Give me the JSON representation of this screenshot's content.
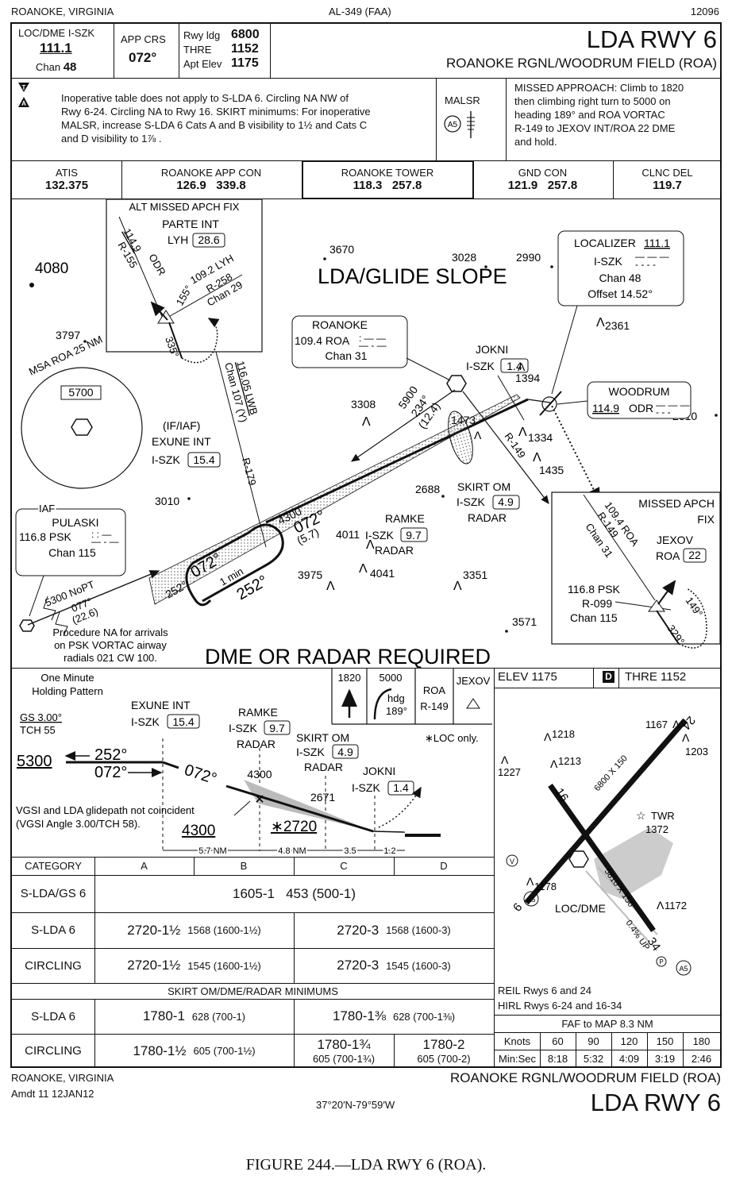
{
  "header": {
    "city": "ROANOKE, VIRGINIA",
    "procedure_id": "AL-349 (FAA)",
    "chart_number": "12096",
    "loc_label": "LOC/DME  I-SZK",
    "loc_freq": "111.1",
    "chan_label": "Chan",
    "chan_value": "48",
    "app_crs_label": "APP CRS",
    "app_crs_value": "072°",
    "rwy_ldg_label": "Rwy ldg",
    "rwy_ldg_value": "6800",
    "thre_label": "THRE",
    "thre_value": "1152",
    "apt_elev_label": "Apt Elev",
    "apt_elev_value": "1175",
    "title": "LDA RWY 6",
    "airport": "ROANOKE RGNL/WOODRUM FIELD (ROA)"
  },
  "notes": {
    "text1": "Inoperative table does not apply to S-LDA 6. Circling NA NW of",
    "text2": "Rwy 6-24. Circling NA to Rwy 16. SKIRT minimums: For inoperative",
    "text3": "MALSR, increase S-LDA 6 Cats A and B visibility to 1½ and Cats C",
    "text4": "and D visibility to 1⅞ .",
    "malsr": "MALSR",
    "a5": "A5",
    "missed1": "MISSED APPROACH: Climb to 1820",
    "missed2": "then climbing right turn to 5000 on",
    "missed3": "heading 189° and ROA VORTAC",
    "missed4": "R-149 to JEXOV INT/ROA 22 DME",
    "missed5": "and hold."
  },
  "comms": [
    {
      "label": "ATIS",
      "freqs": "132.375"
    },
    {
      "label": "ROANOKE APP CON",
      "freqs": "126.9   339.8"
    },
    {
      "label": "ROANOKE TOWER",
      "freqs": "118.3   257.8"
    },
    {
      "label": "GND CON",
      "freqs": "121.9   257.8"
    },
    {
      "label": "CLNC DEL",
      "freqs": "119.7"
    }
  ],
  "plan": {
    "alt_missed": "ALT MISSED APCH FIX",
    "parte": "PARTE INT",
    "lyh": "LYH",
    "lyh_dme": "28.6",
    "odr_radial": "114.9",
    "r155": "R-155",
    "odr": "ODR",
    "lyh_freq": "109.2  LYH",
    "r258": "R-258",
    "chan29": "Chan 29",
    "c155": "155°",
    "c335": "335°",
    "lda_gs": "LDA/GLIDE SLOPE",
    "loc_box1": "LOCALIZER",
    "loc_box1b": "111.1",
    "loc_box2": "I-SZK",
    "loc_box3": "Chan 48",
    "loc_box4": "Offset 14.52°",
    "roa_box1": "ROANOKE",
    "roa_box2": "109.4  ROA",
    "roa_box3": "Chan 31",
    "jokni": "JOKNI",
    "jokni_isz": "I-SZK",
    "jokni_dme": "1.4",
    "woodrum": "WOODRUM",
    "woodrum_freq": "114.9",
    "woodrum_id": "ODR",
    "msa": "MSA ROA 25 NM",
    "msa_alt": "5700",
    "lwb1": "116.05 LWB",
    "lwb2": "Chan 107 (Y)",
    "r179": "R-179",
    "ifiaf": "(IF/IAF)",
    "exune": "EXUNE INT",
    "exune_isz": "I-SZK",
    "exune_dme": "15.4",
    "r5900": "5900",
    "r234": "234°",
    "r124": "(12.4)",
    "r149": "R-149",
    "skirt": "SKIRT OM",
    "skirt_isz": "I-SZK",
    "skirt_dme": "4.9",
    "radar": "RADAR",
    "ramke": "RAMKE",
    "ramke_isz": "I-SZK",
    "ramke_dme": "9.7",
    "ramke_radar": "RADAR",
    "a4300": "4300",
    "c072": "072°",
    "d57": "(5.7)",
    "iaf": "IAF",
    "pulaski": "PULASKI",
    "psk_freq": "116.8  PSK",
    "chan115": "Chan 115",
    "nopt": "5300 NoPT",
    "c077": "077°",
    "d226": "(22.6)",
    "h252": "252°",
    "h072": "072°",
    "onemin": "1 min",
    "h252b": "252°",
    "proc_na1": "Procedure NA for arrivals",
    "proc_na2": "on PSK VORTAC airway",
    "proc_na3": "radials 021 CW 100.",
    "dme_req": "DME OR RADAR REQUIRED",
    "missed_fix": "MISSED APCH",
    "missed_fix2": "FIX",
    "roa_r149": "109.4 ROA",
    "roa_r149b": "R-149",
    "roa_chan31": "Chan 31",
    "jexov": "JEXOV",
    "jexov_roa": "ROA",
    "jexov_dme": "22",
    "psk2": "116.8  PSK",
    "r099": "R-099",
    "chan115b": "Chan 115",
    "c149": "149°",
    "c329": "329°",
    "elevs": [
      "4080",
      "3797",
      "3670",
      "3028",
      "2990",
      "2361",
      "1394",
      "3308",
      "1473",
      "1334",
      "2610",
      "1435",
      "2688",
      "3010",
      "4011",
      "4041",
      "3975",
      "3351",
      "3571"
    ]
  },
  "profile": {
    "holding1": "One Minute",
    "holding2": "Holding Pattern",
    "gs": "GS 3.00°",
    "tch": "TCH 55",
    "exune": "EXUNE INT",
    "exune_isz": "I-SZK",
    "exune_dme": "15.4",
    "ramke": "RAMKE",
    "ramke_isz": "I-SZK",
    "ramke_dme": "9.7",
    "ramke_radar": "RADAR",
    "skirt": "SKIRT OM",
    "skirt_isz": "I-SZK",
    "skirt_dme": "4.9",
    "skirt_radar": "RADAR",
    "jokni": "JOKNI",
    "jokni_isz": "I-SZK",
    "jokni_dme": "1.4",
    "alt5300": "5300",
    "h252": "252°",
    "h072a": "072°",
    "h072b": "072°",
    "a4300": "4300",
    "a2671": "2671",
    "a4300b": "4300",
    "a2720": "2720",
    "vgsi1": "VGSI and LDA glidepath not coincident",
    "vgsi2": "(VGSI Angle 3.00/TCH 58).",
    "d57": "5.7 NM",
    "d48": "4.8 NM",
    "d35": "3.5",
    "d12": "1.2",
    "icon1820": "1820",
    "icon5000": "5000",
    "hdg": "hdg",
    "hdg189": "189°",
    "roa": "ROA",
    "r149": "R-149",
    "jexov": "JEXOV",
    "locnote": "∗LOC only."
  },
  "minimums": {
    "header": [
      "CATEGORY",
      "A",
      "B",
      "C",
      "D"
    ],
    "rows": [
      {
        "cat": "S-LDA/GS 6",
        "ab": "1605-1   453 (500-1)"
      },
      {
        "cat": "S-LDA 6",
        "ab_main": "2720-1½",
        "ab_sub": "1568 (1600-1½)",
        "cd_main": "2720-3",
        "cd_sub": "1568 (1600-3)"
      },
      {
        "cat": "CIRCLING",
        "ab_main": "2720-1½",
        "ab_sub": "1545 (1600-1½)",
        "cd_main": "2720-3",
        "cd_sub": "1545 (1600-3)"
      }
    ],
    "skirt_title": "SKIRT OM/DME/RADAR MINIMUMS",
    "skirt_rows": [
      {
        "cat": "S-LDA 6",
        "ab_main": "1780-1",
        "ab_sub": "628 (700-1)",
        "cd_main": "1780-1⅜",
        "cd_sub": "628 (700-1⅜)"
      },
      {
        "cat": "CIRCLING",
        "ab_main": "1780-1½",
        "ab_sub": "605 (700-1½)",
        "c_main": "1780-1¾",
        "c_sub": "605 (700-1¾)",
        "d_main": "1780-2",
        "d_sub": "605 (700-2)"
      }
    ]
  },
  "airport_diag": {
    "elev_label": "ELEV",
    "elev": "1175",
    "d": "D",
    "thre_label": "THRE",
    "thre": "1152",
    "rwy1": "6800 X 150",
    "rwy2": "5810 X 150",
    "up": "0.4% UP",
    "twr": "TWR",
    "twr_elev": "1372",
    "locdme": "LOC/DME",
    "rw6": "6",
    "rw24": "24",
    "rw16": "16",
    "rw34": "34",
    "elevs": [
      "1218",
      "1227",
      "1213",
      "1167",
      "1203",
      "1178",
      "1172"
    ],
    "reil": "REIL Rwys 6 and 24",
    "hirl": "HIRL Rwys 6-24 and 16-34",
    "faf_map": "FAF to MAP  8.3 NM",
    "knots_label": "Knots",
    "knots": [
      "60",
      "90",
      "120",
      "150",
      "180"
    ],
    "minsec_label": "Min:Sec",
    "minsec": [
      "8:18",
      "5:32",
      "4:09",
      "3:19",
      "2:46"
    ]
  },
  "footer": {
    "city": "ROANOKE, VIRGINIA",
    "amdt": "Amdt 11  12JAN12",
    "coords": "37°20′N-79°59′W",
    "airport": "ROANOKE RGNL/WOODRUM FIELD (ROA)",
    "title": "LDA RWY 6",
    "caption": "FIGURE 244.—LDA RWY 6 (ROA)."
  }
}
